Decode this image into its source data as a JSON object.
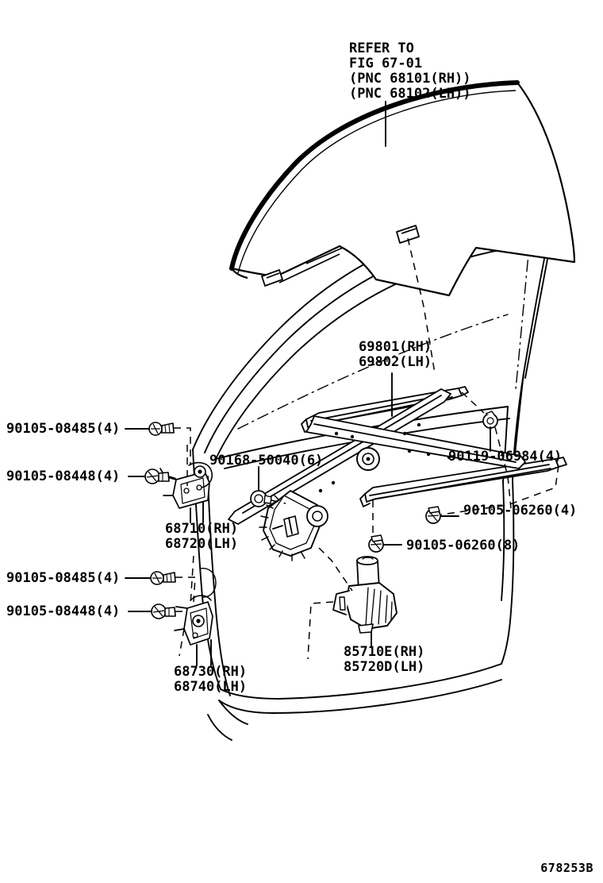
{
  "diagram": {
    "id": "678253B",
    "title": "Front Door Window Regulator & Glass",
    "line_color": "#000000",
    "background_color": "#ffffff"
  },
  "callouts": [
    {
      "name": "refer-to-fig",
      "lines": [
        "REFER TO",
        "FIG 67-01",
        "(PNC 68101(RH))",
        "(PNC 68102(LH))"
      ],
      "text": "REFER TO\nFIG 67-01\n(PNC 68101(RH))\n(PNC 68102(LH))"
    },
    {
      "name": "regulator-sub-assy",
      "lines": [
        "69801(RH)",
        "69802(LH)"
      ],
      "text": "69801(RH)\n69802(LH)"
    },
    {
      "name": "bolt-90105-08485-upper",
      "lines": [
        "90105-08485(4)"
      ],
      "text": "90105-08485(4)"
    },
    {
      "name": "bolt-90105-08448-upper",
      "lines": [
        "90105-08448(4)"
      ],
      "text": "90105-08448(4)"
    },
    {
      "name": "nut-90168-50040",
      "lines": [
        "90168-50040(6)"
      ],
      "text": "90168-50040(6)"
    },
    {
      "name": "hinge-upper",
      "lines": [
        "68710(RH)",
        "68720(LH)"
      ],
      "text": "68710(RH)\n68720(LH)"
    },
    {
      "name": "bolt-90119-06984",
      "lines": [
        "90119-06984(4)"
      ],
      "text": "90119-06984(4)"
    },
    {
      "name": "bolt-90105-06260-4",
      "lines": [
        "90105-06260(4)"
      ],
      "text": "90105-06260(4)"
    },
    {
      "name": "bolt-90105-06260-8",
      "lines": [
        "90105-06260(8)"
      ],
      "text": "90105-06260(8)"
    },
    {
      "name": "bolt-90105-08485-lower",
      "lines": [
        "90105-08485(4)"
      ],
      "text": "90105-08485(4)"
    },
    {
      "name": "bolt-90105-08448-lower",
      "lines": [
        "90105-08448(4)"
      ],
      "text": "90105-08448(4)"
    },
    {
      "name": "hinge-lower",
      "lines": [
        "68730(RH)",
        "68740(LH)"
      ],
      "text": "68730(RH)\n68740(LH)"
    },
    {
      "name": "window-motor",
      "lines": [
        "85710E(RH)",
        "85720D(LH)"
      ],
      "text": "85710E(RH)\n85720D(LH)"
    }
  ]
}
